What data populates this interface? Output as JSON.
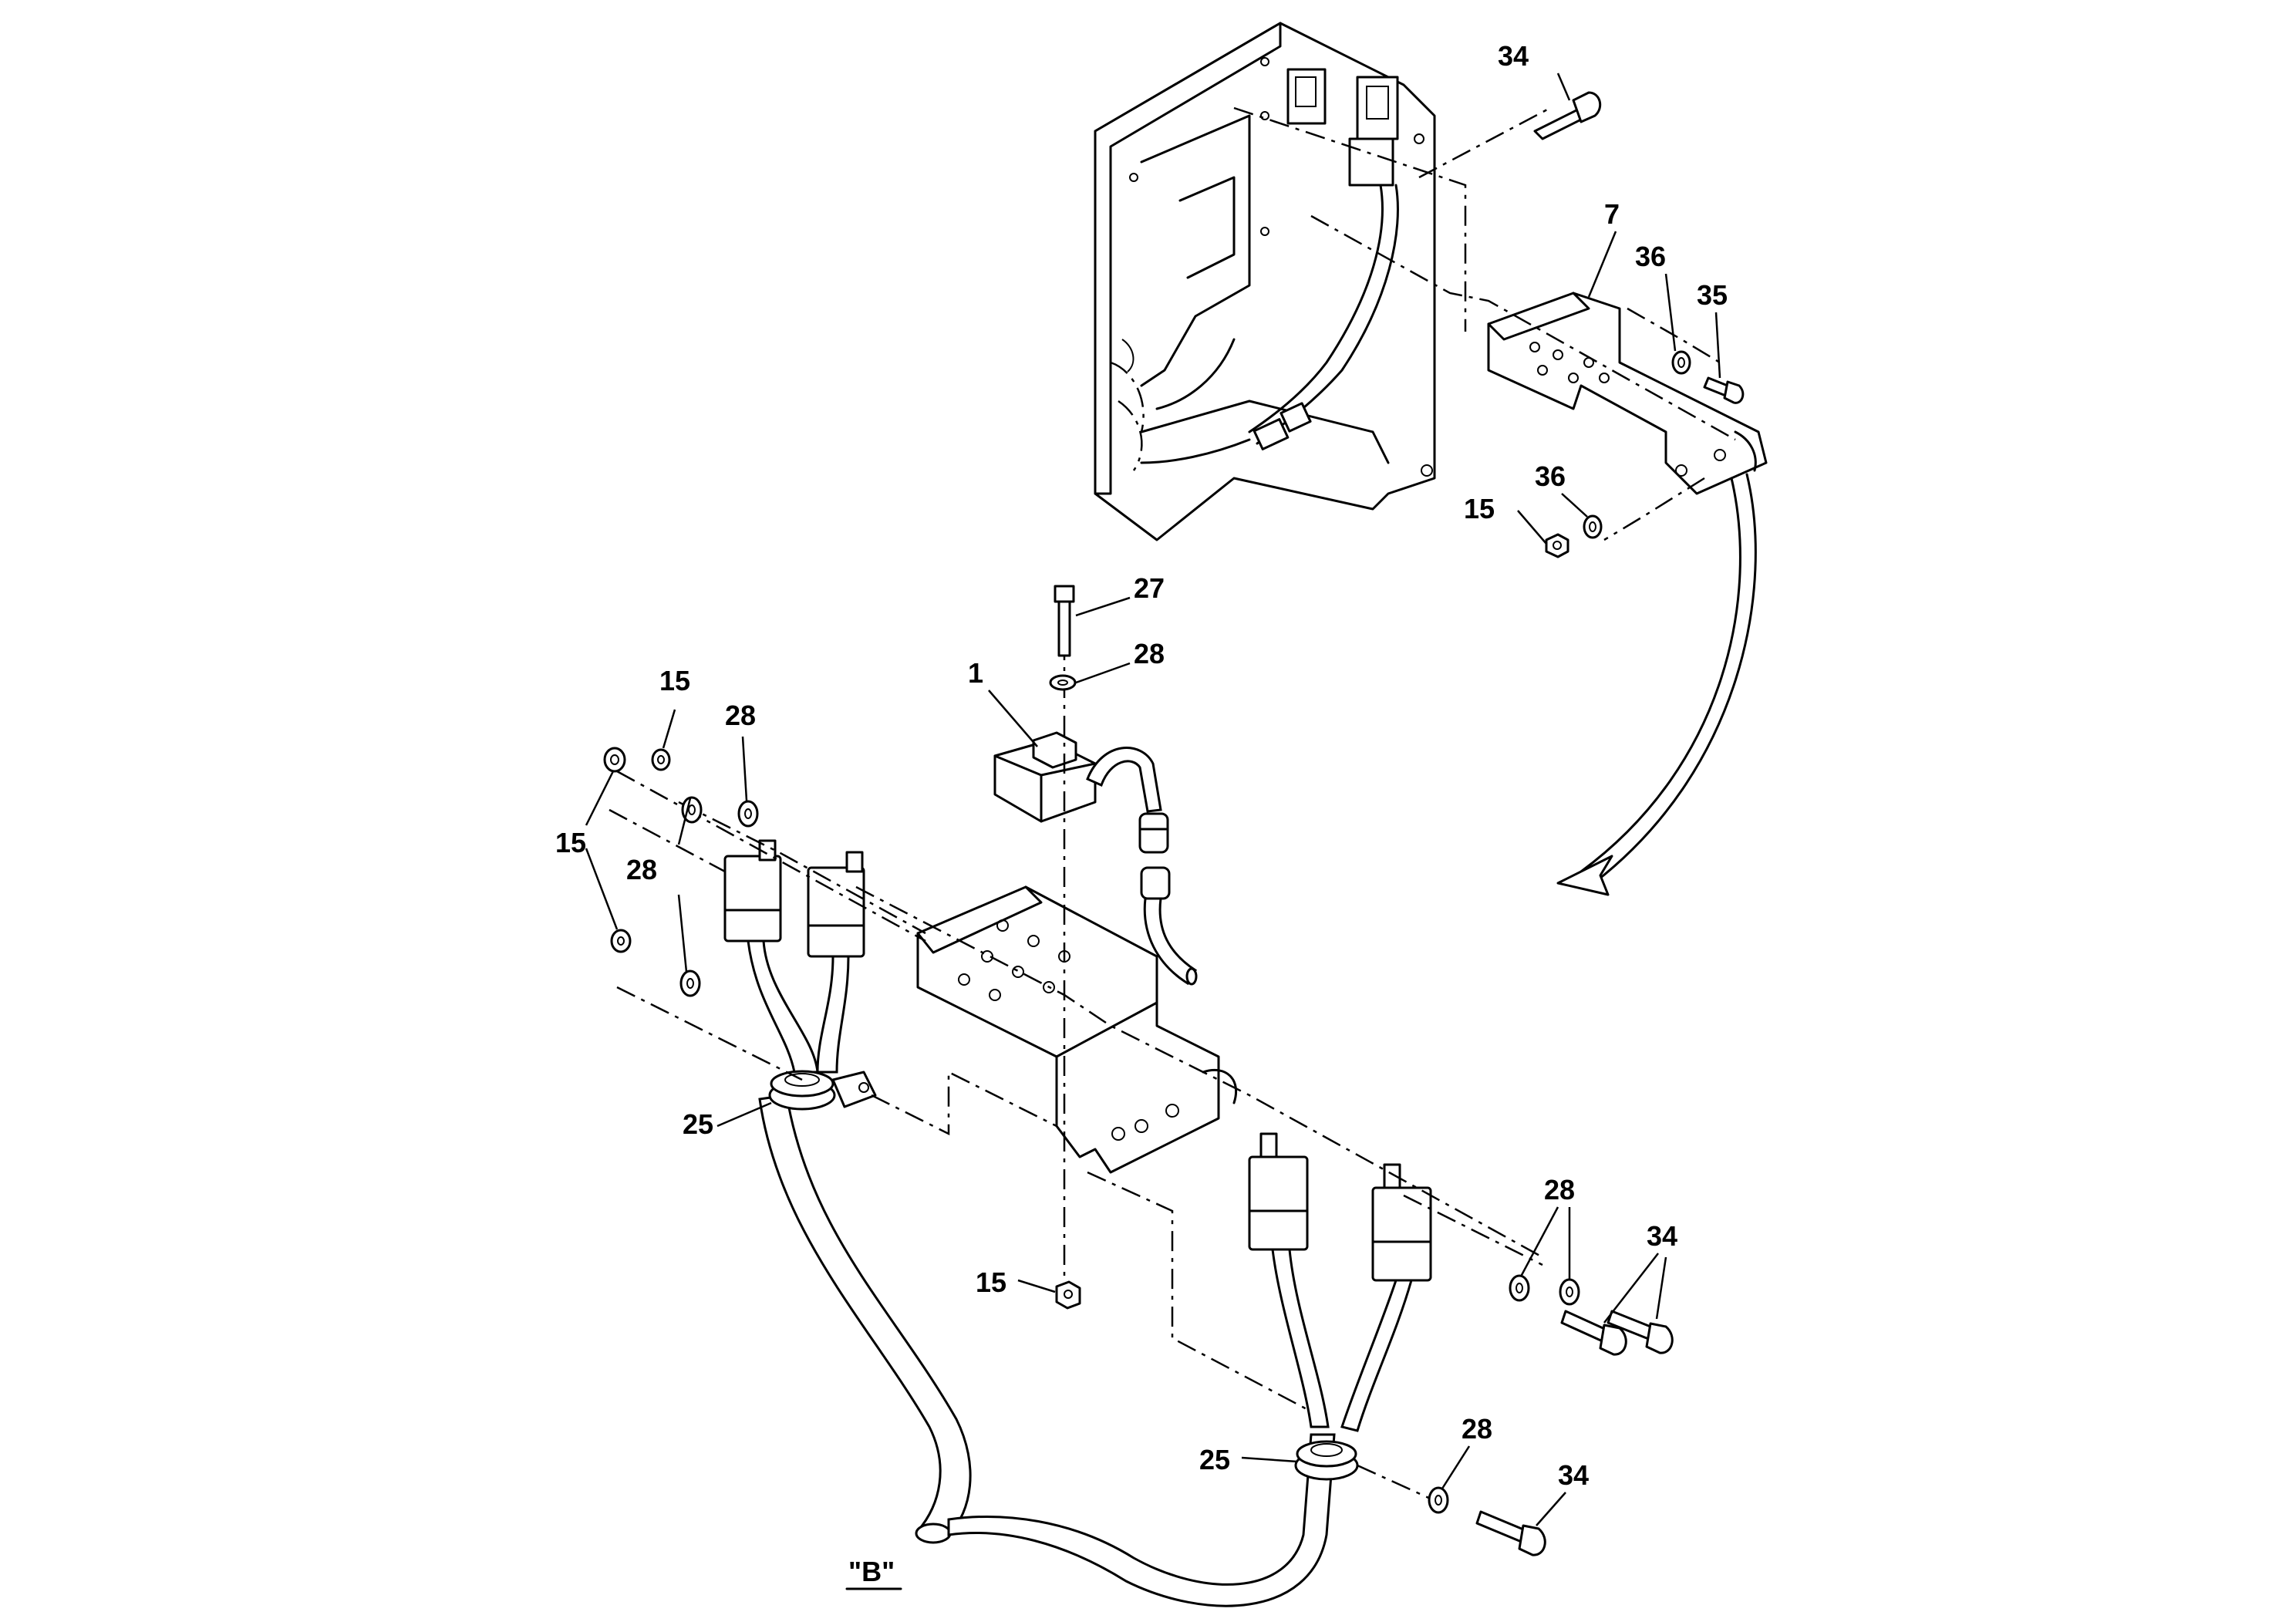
{
  "view_label": "\"B\"",
  "callouts": [
    {
      "id": "c34a",
      "text": "34"
    },
    {
      "id": "c7",
      "text": "7"
    },
    {
      "id": "c36a",
      "text": "36"
    },
    {
      "id": "c35",
      "text": "35"
    },
    {
      "id": "c36b",
      "text": "36"
    },
    {
      "id": "c15a",
      "text": "15"
    },
    {
      "id": "c27",
      "text": "27"
    },
    {
      "id": "c28a",
      "text": "28"
    },
    {
      "id": "c1",
      "text": "1"
    },
    {
      "id": "c15b",
      "text": "15"
    },
    {
      "id": "c28b",
      "text": "28"
    },
    {
      "id": "c15c",
      "text": "15"
    },
    {
      "id": "c28c",
      "text": "28"
    },
    {
      "id": "c25a",
      "text": "25"
    },
    {
      "id": "c28d",
      "text": "28"
    },
    {
      "id": "c34b",
      "text": "34"
    },
    {
      "id": "c15d",
      "text": "15"
    },
    {
      "id": "c28e",
      "text": "28"
    },
    {
      "id": "c25b",
      "text": "25"
    },
    {
      "id": "c34c",
      "text": "34"
    }
  ]
}
